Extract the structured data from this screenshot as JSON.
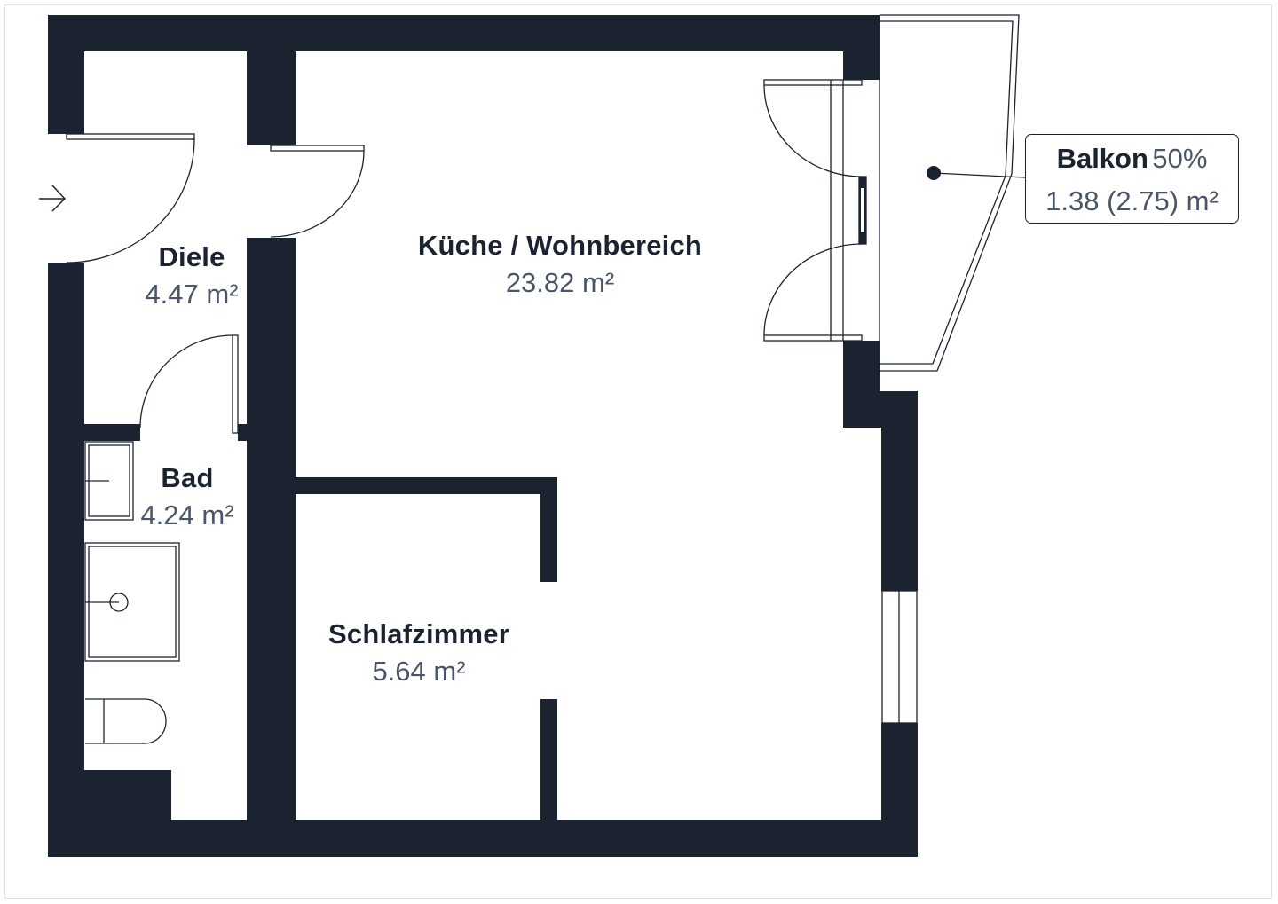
{
  "plan": {
    "wall_color": "#1c2330",
    "line_color": "#1c2330",
    "label_name_color": "#1c2330",
    "label_area_color": "#4a5568",
    "entrance_icon": "arrow-right-icon"
  },
  "rooms": [
    {
      "name": "Diele",
      "area": "4.47 m²"
    },
    {
      "name": "Küche / Wohnbereich",
      "area": "23.82 m²"
    },
    {
      "name": "Bad",
      "area": "4.24 m²"
    },
    {
      "name": "Schlafzimmer",
      "area": "5.64 m²"
    }
  ],
  "balcony": {
    "name": "Balkon",
    "percent": "50%",
    "area": "1.38 (2.75) m²"
  }
}
